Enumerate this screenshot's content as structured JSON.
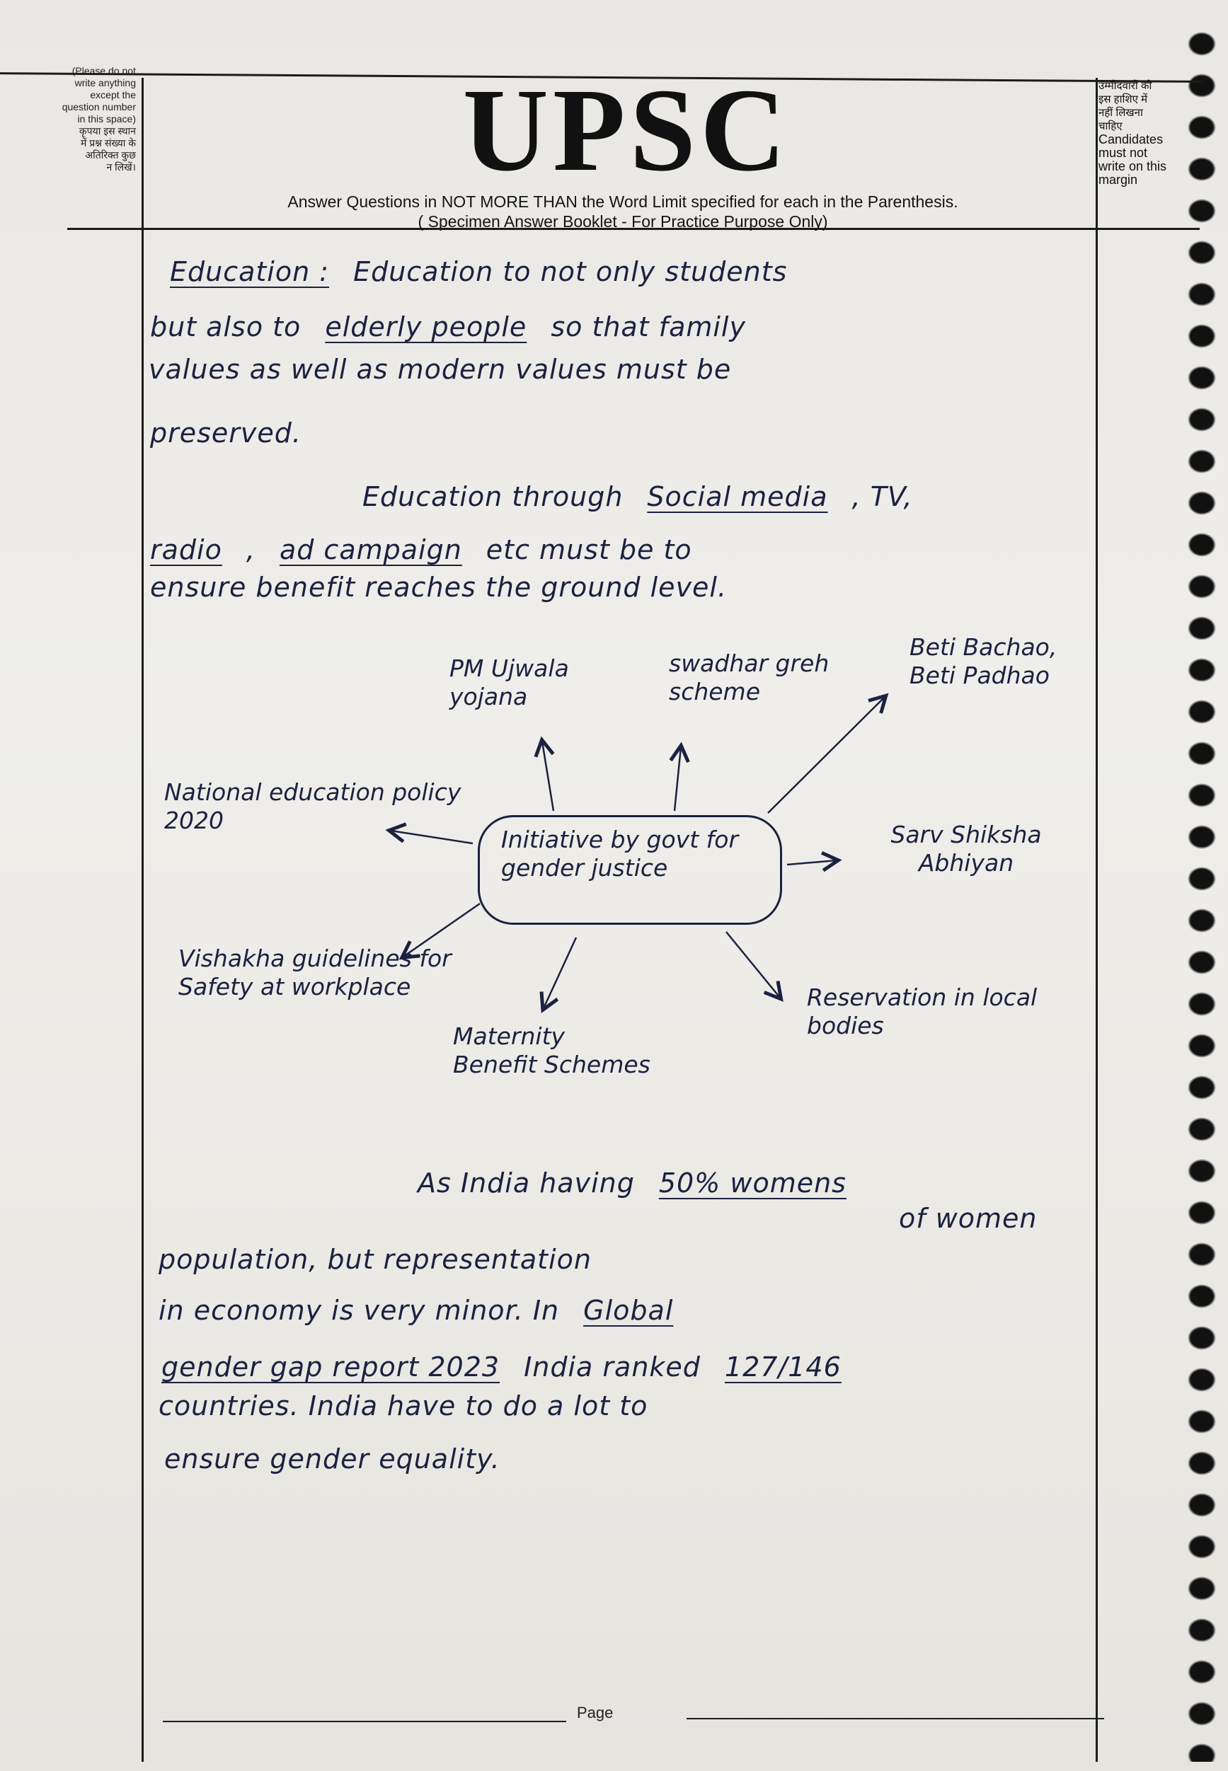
{
  "header": {
    "title": "UPSC",
    "instruction": "Answer Questions in NOT MORE THAN the Word Limit specified for each in the Parenthesis.",
    "subtitle": "( Specimen Answer Booklet - For Practice Purpose Only)",
    "left_margin_note_en": [
      "(Please do not",
      "write anything",
      "except the",
      "question number",
      "in this space)"
    ],
    "left_margin_note_hi": [
      "कृपया इस स्थान",
      "में प्रश्न संख्या के",
      "अतिरिक्त कुछ",
      "न लिखें।"
    ],
    "right_margin_note_hi": [
      "उम्मीदवारों को",
      "इस हाशिए में",
      "नहीं लिखना",
      "चाहिए"
    ],
    "right_margin_note_en": [
      "Candidates",
      "must not",
      "write on this",
      "margin"
    ]
  },
  "answer": {
    "lines": [
      [
        {
          "t": "Education :",
          "u": true
        },
        {
          "t": "Education to not only students"
        }
      ],
      [
        {
          "t": "but also to"
        },
        {
          "t": "elderly people",
          "u": true
        },
        {
          "t": "so that family"
        }
      ],
      [
        {
          "t": "values as well as modern values must be"
        }
      ],
      [
        {
          "t": "preserved."
        }
      ],
      [
        {
          "t": "Education through"
        },
        {
          "t": "Social media",
          "u": true
        },
        {
          "t": ", TV,"
        }
      ],
      [
        {
          "t": "radio",
          "u": true
        },
        {
          "t": ","
        },
        {
          "t": "ad campaign",
          "u": true
        },
        {
          "t": "etc must be to"
        }
      ],
      [
        {
          "t": "ensure benefit reaches the ground level."
        }
      ]
    ],
    "diagram": {
      "center": "Initiative by govt for gender justice",
      "nodes": [
        "PM Ujwala yojana",
        "swadhar greh scheme",
        "Beti Bachao, Beti Padhao",
        "National education policy 2020",
        "Sarv Shiksha Abhiyan",
        "Vishakha guidelines for Safety at workplace",
        "Maternity Benefit Schemes",
        "Reservation in local bodies"
      ]
    },
    "paragraph": [
      [
        {
          "t": "As India having"
        },
        {
          "t": "50% womens",
          "u": true
        }
      ],
      [
        {
          "t": "of women"
        }
      ],
      [
        {
          "t": "population, but representation"
        }
      ],
      [
        {
          "t": "in economy is very minor. In"
        },
        {
          "t": "Global",
          "u": true
        }
      ],
      [
        {
          "t": "gender gap report 2023",
          "u": true
        },
        {
          "t": "India ranked"
        },
        {
          "t": "127/146",
          "u": true
        }
      ],
      [
        {
          "t": "countries. India have to do a lot to"
        }
      ],
      [
        {
          "t": "ensure gender equality."
        }
      ]
    ]
  },
  "footer": {
    "page_label": "Page"
  }
}
